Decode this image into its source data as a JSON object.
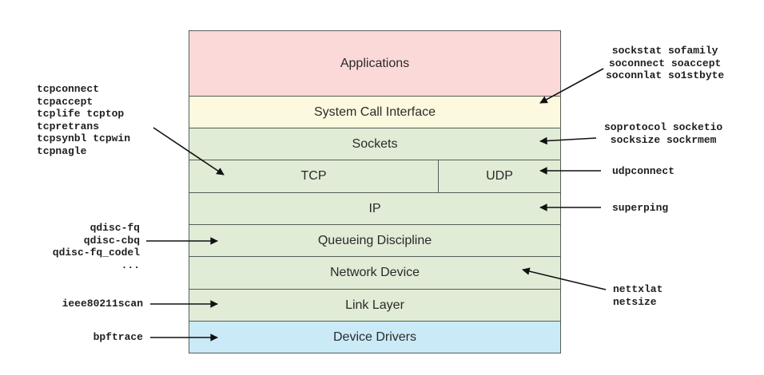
{
  "diagram": {
    "layers": [
      {
        "id": "applications",
        "label": "Applications",
        "color": "#fbd9d9"
      },
      {
        "id": "system-call-interface",
        "label": "System Call Interface",
        "color": "#fdf9de"
      },
      {
        "id": "sockets",
        "label": "Sockets",
        "color": "#e1ecd6"
      },
      {
        "id": "tcp",
        "label": "TCP",
        "color": "#e1ecd6"
      },
      {
        "id": "udp",
        "label": "UDP",
        "color": "#e1ecd6"
      },
      {
        "id": "ip",
        "label": "IP",
        "color": "#e1ecd6"
      },
      {
        "id": "queueing-discipline",
        "label": "Queueing Discipline",
        "color": "#e1ecd6"
      },
      {
        "id": "network-device",
        "label": "Network Device",
        "color": "#e1ecd6"
      },
      {
        "id": "link-layer",
        "label": "Link Layer",
        "color": "#e1ecd6"
      },
      {
        "id": "device-drivers",
        "label": "Device Drivers",
        "color": "#cbeaf8"
      }
    ],
    "tools": {
      "socket_syscalls": "sockstat sofamily\nsoconnect soaccept\nsoconnlat so1stbyte",
      "sockets": "soprotocol socketio\nsocksize sockrmem",
      "udp": "udpconnect",
      "ip": "superping",
      "network_device": "nettxlat\nnetsize",
      "tcp": "tcpconnect\ntcpaccept\ntcplife tcptop\ntcpretrans\ntcpsynbl tcpwin\ntcpnagle",
      "qdisc": "qdisc-fq\nqdisc-cbq\nqdisc-fq_codel\n...",
      "link_layer": "ieee80211scan",
      "device_drivers": "bpftrace"
    },
    "colors": {
      "border": "#555e55",
      "arrow": "#111111",
      "text": "#2a2a2a"
    }
  }
}
